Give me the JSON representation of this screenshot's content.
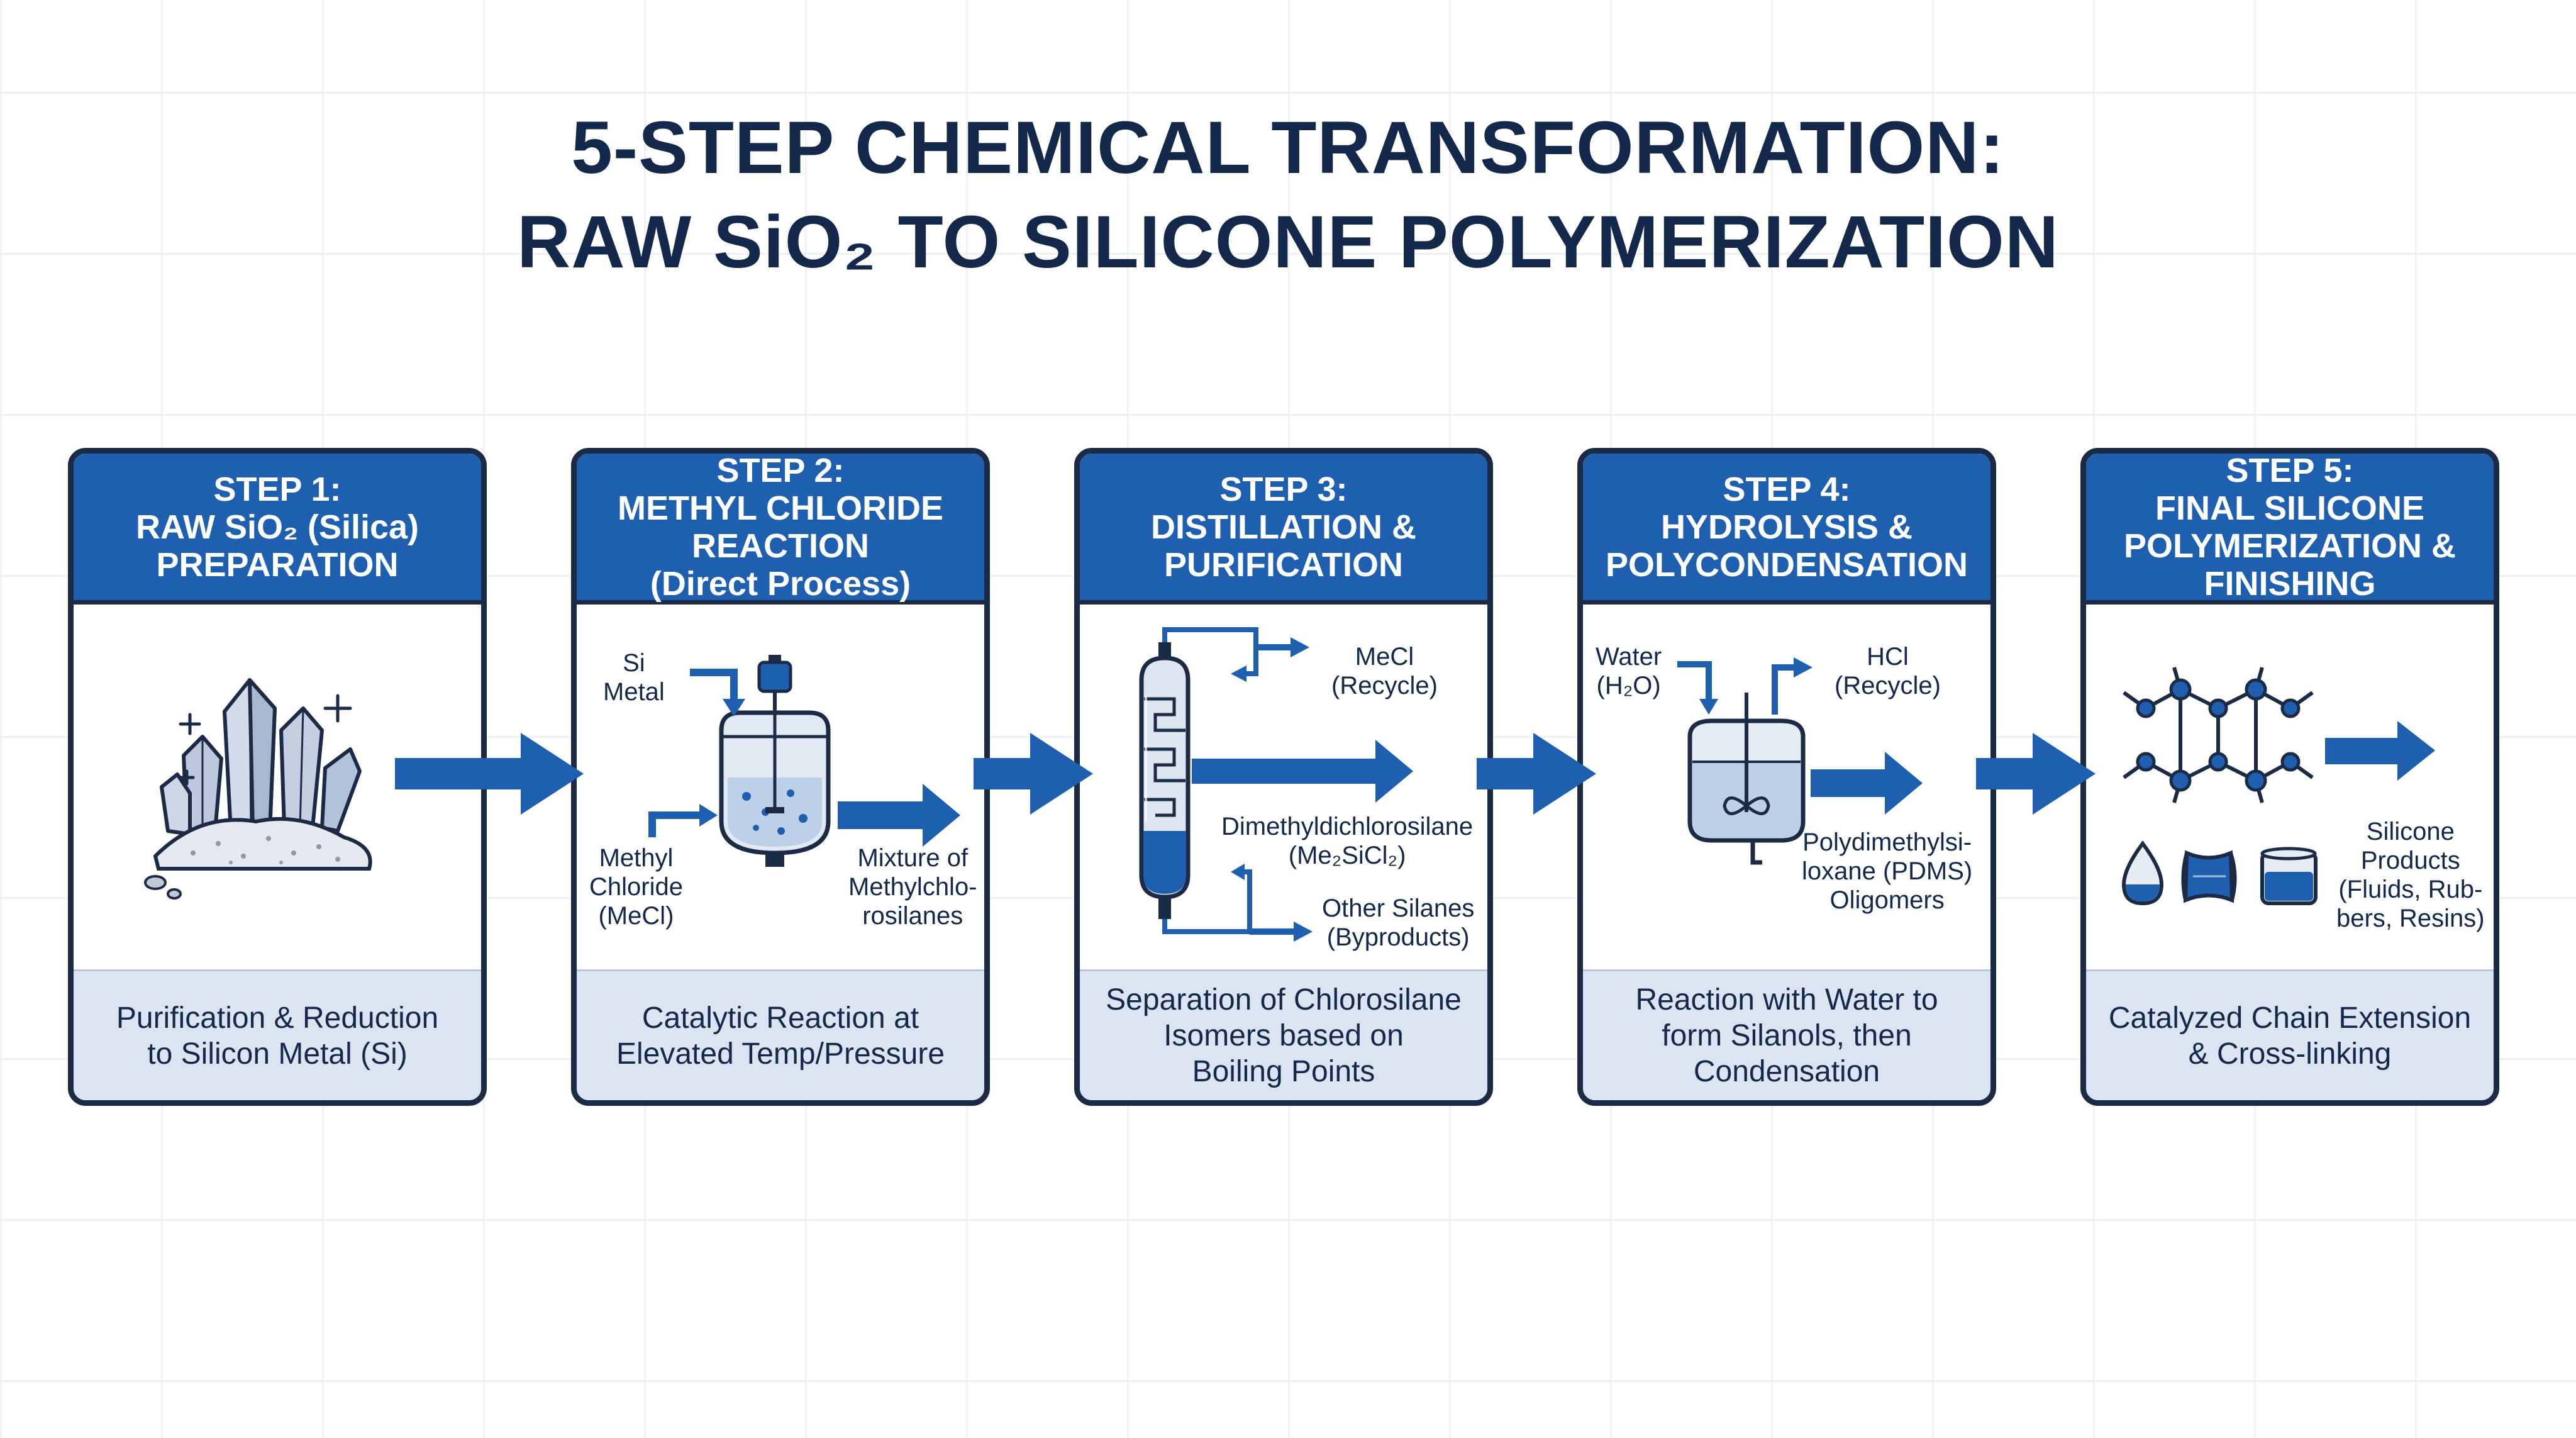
{
  "title": {
    "line1": "5-STEP CHEMICAL TRANSFORMATION:",
    "line2": "RAW SiO₂ TO SILICONE POLYMERIZATION"
  },
  "steps": [
    {
      "header": [
        "STEP 1:",
        "RAW SiO₂ (Silica)",
        "PREPARATION"
      ],
      "footer": [
        "Purification & Reduction",
        "to Silicon Metal (Si)"
      ],
      "icons": [
        "quartz-crystal-icon",
        "silica-powder-icon"
      ]
    },
    {
      "header": [
        "STEP 2:",
        "METHYL CHLORIDE",
        "REACTION",
        "(Direct Process)"
      ],
      "footer": [
        "Catalytic Reaction at",
        "Elevated Temp/Pressure"
      ],
      "labels": {
        "si_metal": [
          "Si",
          "Metal"
        ],
        "methyl_chloride": [
          "Methyl",
          "Chloride",
          "(MeCl)"
        ],
        "mixture": [
          "Mixture of",
          "Methylchlo-",
          "rosilanes"
        ]
      },
      "icons": [
        "reactor-vessel-icon"
      ]
    },
    {
      "header": [
        "STEP 3:",
        "DISTILLATION &",
        "PURIFICATION"
      ],
      "footer": [
        "Separation of Chlorosilane",
        "Isomers based on",
        "Boiling Points"
      ],
      "labels": {
        "mecl": [
          "MeCl",
          "(Recycle)"
        ],
        "main": [
          "Dimethyldichlorosilane",
          "(Me₂SiCl₂)"
        ],
        "other": [
          "Other Silanes",
          "(Byproducts)"
        ]
      },
      "icons": [
        "distillation-column-icon"
      ]
    },
    {
      "header": [
        "STEP 4:",
        "HYDROLYSIS &",
        "POLYCONDENSATION"
      ],
      "footer": [
        "Reaction with Water to",
        "form Silanols, then",
        "Condensation"
      ],
      "labels": {
        "water": [
          "Water",
          "(H₂O)"
        ],
        "hcl": [
          "HCl",
          "(Recycle)"
        ],
        "pdms": [
          "Polydimethylsi-",
          "loxane (PDMS)",
          "Oligomers"
        ]
      },
      "icons": [
        "stirred-tank-icon"
      ]
    },
    {
      "header": [
        "STEP 5:",
        "FINAL SILICONE",
        "POLYMERIZATION &",
        "FINISHING"
      ],
      "footer": [
        "Catalyzed Chain Extension",
        "& Cross-linking"
      ],
      "labels": {
        "products": [
          "Silicone",
          "Products",
          "(Fluids, Rub-",
          "bers, Resins)"
        ]
      },
      "icons": [
        "polymer-network-icon",
        "droplet-icon",
        "rubber-block-icon",
        "resin-jar-icon"
      ]
    }
  ],
  "colors": {
    "primary_blue": "#1e5fb0",
    "dark_navy": "#13284a",
    "light_fill": "#dbe5f1"
  }
}
